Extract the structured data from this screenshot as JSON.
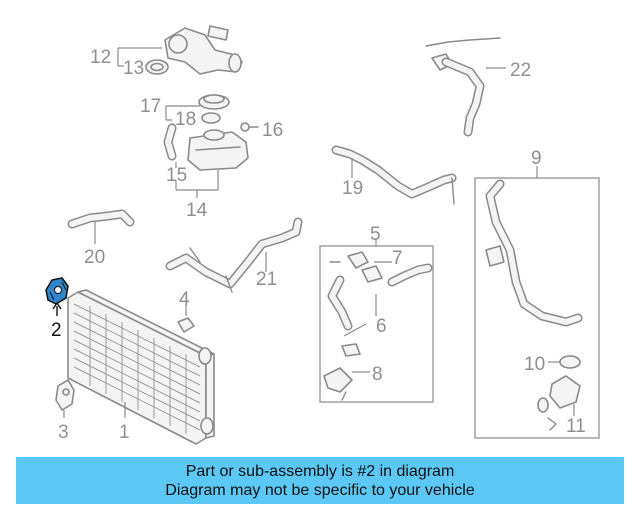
{
  "highlight": {
    "part_number": "2",
    "color": "#2f86c9"
  },
  "callouts": {
    "c1": "1",
    "c2": "2",
    "c3": "3",
    "c4": "4",
    "c5": "5",
    "c6": "6",
    "c7": "7",
    "c8": "8",
    "c9": "9",
    "c10": "10",
    "c11": "11",
    "c12": "12",
    "c13": "13",
    "c14": "14",
    "c15": "15",
    "c16": "16",
    "c17": "17",
    "c18": "18",
    "c19": "19",
    "c20": "20",
    "c21": "21",
    "c22": "22"
  },
  "banner": {
    "line1": "Part or sub-assembly is #2 in diagram",
    "line2": "Diagram may not be specific to your vehicle",
    "background": "#5bc8f5"
  }
}
